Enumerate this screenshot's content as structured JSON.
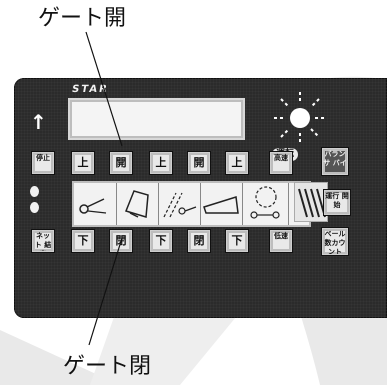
{
  "callouts": {
    "top": "ゲート開",
    "bottom": "ゲート閉"
  },
  "panel": {
    "brand": "STAR",
    "run_indicator": "運転",
    "row1": [
      {
        "id": "stop",
        "label": "停止"
      },
      {
        "id": "up1",
        "label": "上"
      },
      {
        "id": "open1",
        "label": "開"
      },
      {
        "id": "up2",
        "label": "上"
      },
      {
        "id": "open2",
        "label": "開"
      },
      {
        "id": "up3",
        "label": "上"
      },
      {
        "id": "high-speed",
        "label": "高速"
      },
      {
        "id": "bypass",
        "label": "バランサ バイ"
      }
    ],
    "row2": [
      {
        "id": "knot",
        "label": "ネット 結束"
      },
      {
        "id": "down1",
        "label": "下"
      },
      {
        "id": "close1",
        "label": "閉"
      },
      {
        "id": "down2",
        "label": "下"
      },
      {
        "id": "close2",
        "label": "閉"
      },
      {
        "id": "down3",
        "label": "下"
      },
      {
        "id": "low-speed",
        "label": "低速"
      },
      {
        "id": "bale-count",
        "label": "ベール 数カウント"
      }
    ],
    "right_mid": {
      "label": "運行 開始"
    }
  }
}
